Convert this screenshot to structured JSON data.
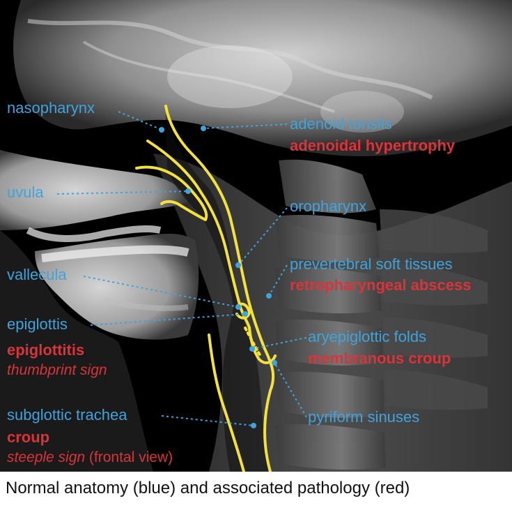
{
  "labels": {
    "nasopharynx": "nasopharynx",
    "uvula": "uvula",
    "vallecula": "vallecula",
    "epiglottis": "epiglottis",
    "epiglottitis": "epiglottitis",
    "thumbprint_sign": "thumbprint sign",
    "subglottic_trachea": "subglottic trachea",
    "croup": "croup",
    "steeple_sign": "steeple sign",
    "frontal_view": "(frontal view)",
    "adenoid_tonsils": "adenoid tonsils",
    "adenoidal_hypertrophy": "adenoidal hypertrophy",
    "oropharynx": "oropharynx",
    "prevertebral_soft_tissues": "prevertebral soft tissues",
    "retropharyngeal_abscess": "retropharyngeal abscess",
    "aryepiglottic_folds": "aryepiglottic folds",
    "membranous_croup": "membranous croup",
    "pyriform_sinuses": "pyriform sinuses"
  },
  "caption": "Normal anatomy (blue) and associated pathology (red)",
  "colors": {
    "anatomy": "#3fa3dc",
    "pathology": "#d8343a",
    "airway_outline": "#f4e23a",
    "background": "#000000"
  }
}
